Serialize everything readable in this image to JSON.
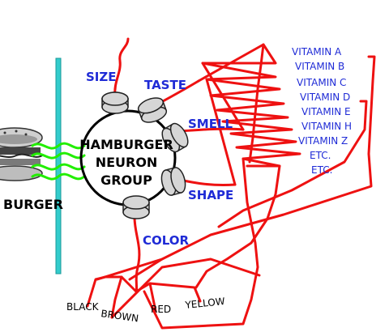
{
  "left_label": "BURGER",
  "center_label": {
    "line1": "HAMBURGER",
    "line2": "NEURON",
    "line3": "GROUP"
  },
  "receptor_labels": {
    "size": "SIZE",
    "taste": "TASTE",
    "smell": "SMELL",
    "shape": "SHAPE",
    "color": "COLOR"
  },
  "vitamins": [
    "VITAMIN A",
    "VITAMIN B",
    "VITAMIN C",
    "VITAMIN D",
    "VITAMIN E",
    "VITAMIN H",
    "VITAMIN Z",
    "ETC.",
    "ETC."
  ],
  "colors": [
    "BLACK",
    "BROWN",
    "RED",
    "YELLOW"
  ],
  "palette": {
    "line_red": "#ee1111",
    "text_blue": "#1f2bd6",
    "barrier_cyan": "#33cccc",
    "synapse_green": "#22ee00"
  }
}
